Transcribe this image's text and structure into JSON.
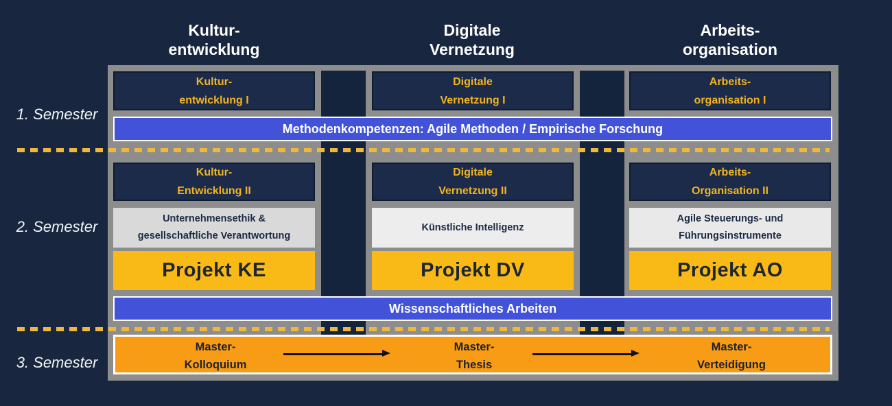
{
  "column_headers": [
    {
      "lines": [
        "Kultur-",
        "entwicklung"
      ]
    },
    {
      "lines": [
        "Digitale",
        "Vernetzung"
      ]
    },
    {
      "lines": [
        "Arbeits-",
        "organisation"
      ]
    }
  ],
  "semester_labels": [
    "1. Semester",
    "2. Semester",
    "3. Semester"
  ],
  "semester1": {
    "courses": [
      [
        "Kultur-",
        "entwicklung I"
      ],
      [
        "Digitale",
        "Vernetzung I"
      ],
      [
        "Arbeits-",
        "organisation I"
      ]
    ],
    "methods_bar": "Methodenkompetenzen: Agile Methoden / Empirische Forschung"
  },
  "semester2": {
    "courses": [
      [
        "Kultur-",
        "Entwicklung II"
      ],
      [
        "Digitale",
        "Vernetzung II"
      ],
      [
        "Arbeits-",
        "Organisation II"
      ]
    ],
    "electives": [
      [
        "Unternehmensethik &",
        "gesellschaftliche Verantwortung"
      ],
      [
        "Künstliche Intelligenz"
      ],
      [
        "Agile Steuerungs- und",
        "Führungsinstrumente"
      ]
    ],
    "projects": [
      "Projekt KE",
      "Projekt DV",
      "Projekt AO"
    ],
    "science_bar": "Wissenschaftliches Arbeiten"
  },
  "semester3": {
    "milestones": [
      [
        "Master-",
        "Kolloquium"
      ],
      [
        "Master-",
        "Thesis"
      ],
      [
        "Master-",
        "Verteidigung"
      ]
    ]
  },
  "colors": {
    "background_navy": "#18273f",
    "frame_gray": "#8d8d8d",
    "course_box_navy": "#1b2b49",
    "accent_yellow_text": "#f2b421",
    "bar_blue": "#4353d9",
    "project_yellow": "#f9ba17",
    "master_orange": "#f99c15",
    "dashed_line_yellow": "#eeb83d",
    "elective_gray": "#e4e4e4"
  }
}
